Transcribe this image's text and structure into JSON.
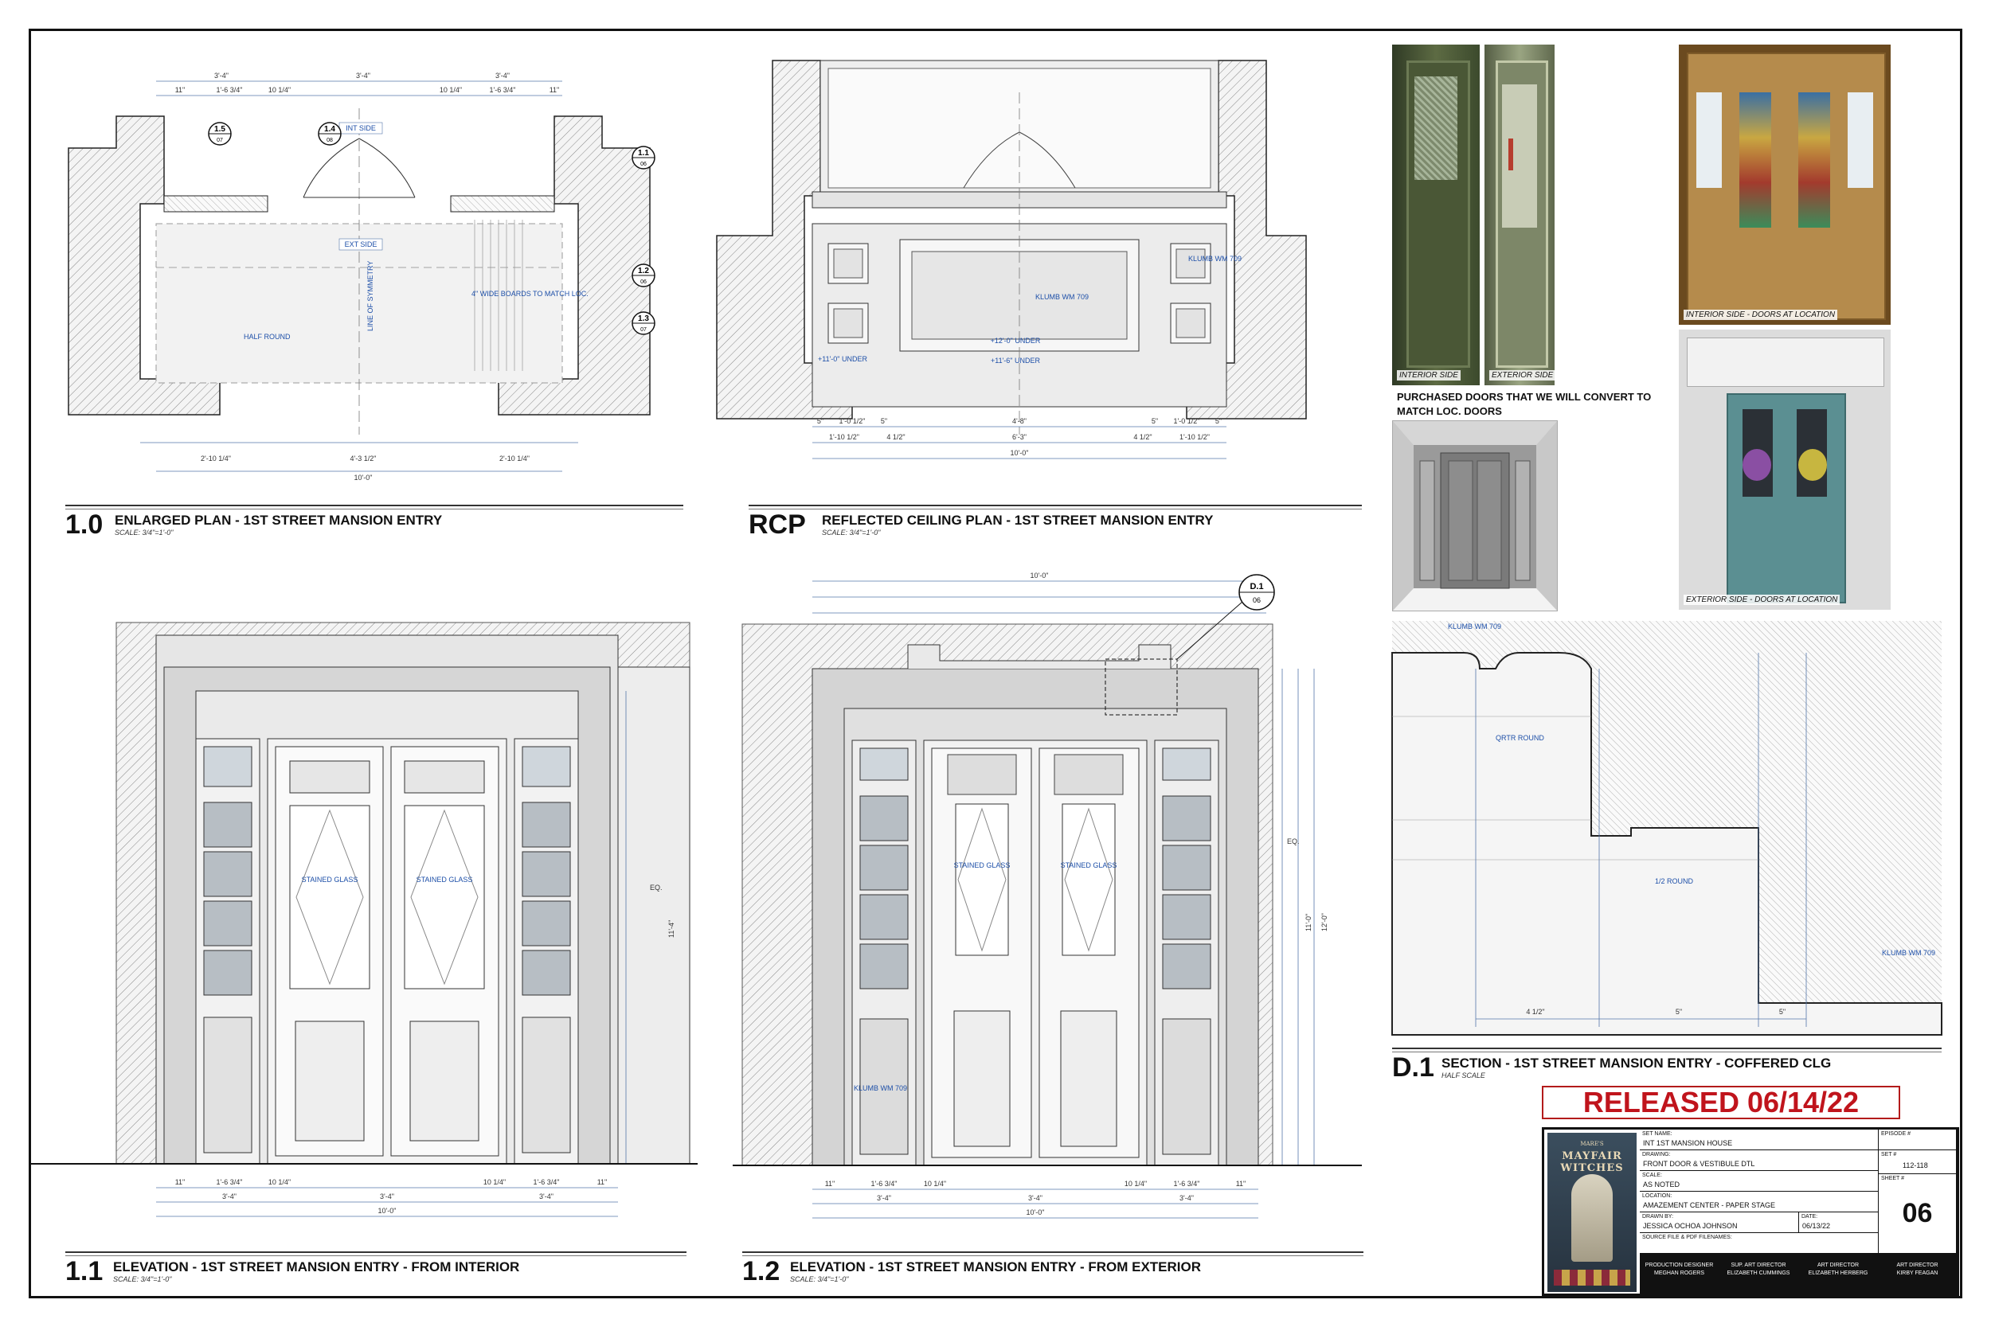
{
  "drawings": {
    "plan": {
      "num": "1.0",
      "title": "ENLARGED PLAN - 1ST STREET MANSION ENTRY",
      "scale": "SCALE: 3/4\"=1'-0\""
    },
    "rcp": {
      "num": "RCP",
      "title": "REFLECTED CEILING PLAN - 1ST STREET MANSION ENTRY",
      "scale": "SCALE: 3/4\"=1'-0\""
    },
    "elev_int": {
      "num": "1.1",
      "title": "ELEVATION - 1ST STREET MANSION ENTRY - FROM INTERIOR",
      "scale": "SCALE: 3/4\"=1'-0\""
    },
    "elev_ext": {
      "num": "1.2",
      "title": "ELEVATION - 1ST STREET MANSION ENTRY - FROM EXTERIOR",
      "scale": "SCALE: 3/4\"=1'-0\""
    },
    "section": {
      "num": "D.1",
      "title": "SECTION - 1ST STREET MANSION ENTRY - COFFERED CLG",
      "scale": "HALF SCALE"
    }
  },
  "plan_labels": {
    "int_side": "INT SIDE",
    "ext_side": "EXT SIDE",
    "half_round": "HALF ROUND",
    "line_sym": "LINE OF SYMMETRY",
    "boards": "4\" WIDE BOARDS TO MATCH LOC.",
    "dim_top": [
      "3'-4\"",
      "3'-4\"",
      "3'-4\""
    ],
    "dim_top2": [
      "11\"",
      "1'-6 3/4\"",
      "10 1/4\"",
      "10 1/4\"",
      "1'-6 3/4\"",
      "11\""
    ],
    "dim_bot": [
      "2'-10 1/4\"",
      "4'-3 1/2\"",
      "2'-10 1/4\""
    ],
    "dim_total": "10'-0\"",
    "callouts": [
      {
        "num": "1.5",
        "sheet": "07"
      },
      {
        "num": "1.4",
        "sheet": "08"
      },
      {
        "num": "1.1",
        "sheet": "06"
      },
      {
        "num": "1.2",
        "sheet": "06"
      },
      {
        "num": "1.3",
        "sheet": "07"
      }
    ]
  },
  "rcp_labels": {
    "klumb": "KLUMB WM 709",
    "under1": "+12'-0\" UNDER",
    "under2": "+11'-6\" UNDER",
    "under3": "+11'-0\" UNDER",
    "dims": [
      "5\"",
      "1'-0 1/2\"",
      "5\"",
      "4'-8\"",
      "5\"",
      "1'-0 1/2\"",
      "5\""
    ],
    "dims2": [
      "1'-10 1/2\"",
      "4 1/2\"",
      "6'-3\"",
      "4 1/2\"",
      "1'-10 1/2\""
    ],
    "total": "10'-0\""
  },
  "elev_labels": {
    "stained": "STAINED GLASS",
    "klumb": "KLUMB WM 709",
    "dims_bottom": [
      "11\"",
      "1'-6 3/4\"",
      "10 1/4\"",
      "10 1/4\"",
      "1'-6 3/4\"",
      "11\""
    ],
    "dims_bottom2": [
      "3'-4\"",
      "3'-4\"",
      "3'-4\""
    ],
    "total": "10'-0\"",
    "eq": "EQ.",
    "height_labels": [
      "11'-4\"",
      "12'-0\"",
      "11'-0\""
    ],
    "callout": {
      "num": "D.1",
      "sheet": "06"
    }
  },
  "section_labels": {
    "klumb_top": "KLUMB WM 709",
    "klumb_bot": "KLUMB WM 709",
    "qrtr": "QRTR ROUND",
    "half": "1/2 ROUND",
    "dims": [
      "4 1/2\"",
      "5\"",
      "5\""
    ]
  },
  "photos": [
    {
      "caption": "INTERIOR SIDE",
      "tone": "#4d5a3a"
    },
    {
      "caption": "EXTERIOR SIDE",
      "tone": "#7a8465"
    },
    {
      "caption": "INTERIOR SIDE - DOORS AT LOCATION",
      "tone": "#7a5a2a"
    },
    {
      "caption": "EXTERIOR SIDE - DOORS AT LOCATION",
      "tone": "#5f8f8f"
    }
  ],
  "purchased_note": "PURCHASED DOORS THAT WE WILL CONVERT TO MATCH LOC. DOORS",
  "released": "RELEASED 06/14/22",
  "title_block": {
    "logo_small": "MARE'S",
    "logo_title": "MAYFAIR WITCHES",
    "set_name_label": "SET NAME:",
    "set_name": "INT 1ST MANSION HOUSE",
    "drawing_label": "DRAWING:",
    "drawing": "FRONT DOOR & VESTIBULE DTL",
    "scale_label": "SCALE:",
    "scale": "AS NOTED",
    "location_label": "LOCATION:",
    "location": "AMAZEMENT CENTER - PAPER STAGE",
    "drawn_label": "DRAWN BY:",
    "drawn": "JESSICA OCHOA JOHNSON",
    "date_label": "DATE:",
    "date": "06/13/22",
    "source_label": "SOURCE FILE & PDF FILENAMES:",
    "episode_label": "EPISODE #",
    "set_num_label": "SET #",
    "set_num": "112-118",
    "sheet_label": "SHEET #",
    "sheet": "06",
    "credits": [
      {
        "role": "PRODUCTION DESIGNER",
        "name": "MEGHAN ROGERS"
      },
      {
        "role": "SUP. ART DIRECTOR",
        "name": "ELIZABETH CUMMINGS"
      },
      {
        "role": "ART DIRECTOR",
        "name": "ELIZABETH HERBERG"
      },
      {
        "role": "ART DIRECTOR",
        "name": "KIRBY FEAGAN"
      }
    ]
  }
}
